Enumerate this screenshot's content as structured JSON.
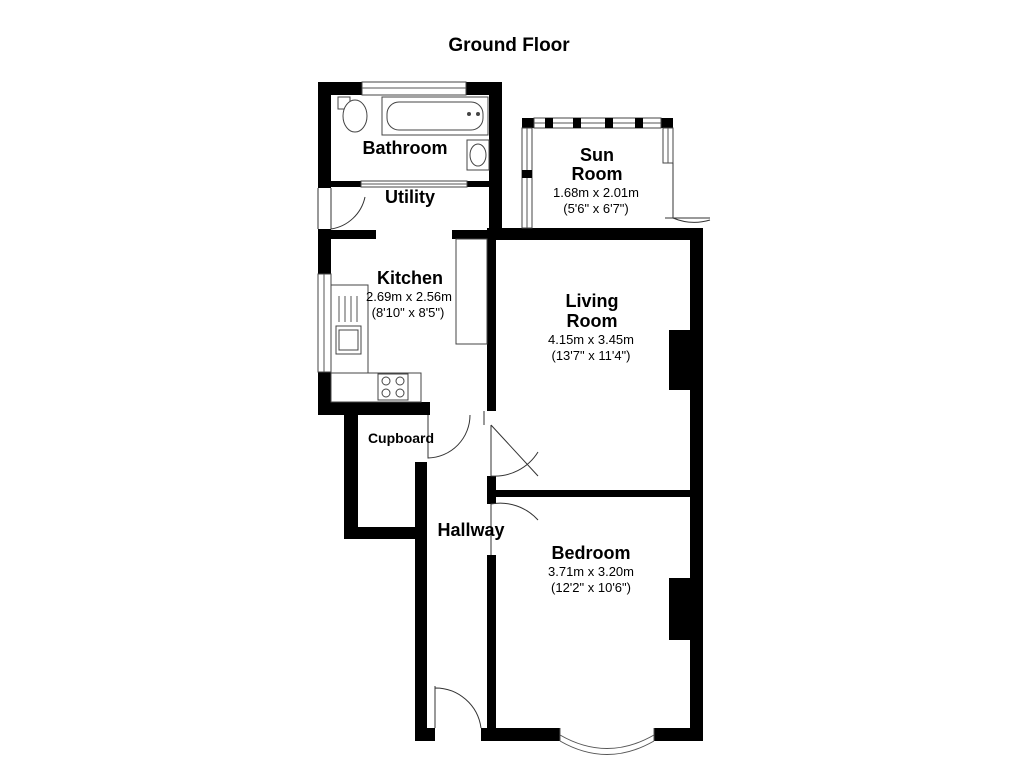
{
  "floor": {
    "title": "Ground Floor"
  },
  "rooms": {
    "bathroom": {
      "name": "Bathroom"
    },
    "utility": {
      "name": "Utility"
    },
    "sun_room": {
      "name_line1": "Sun",
      "name_line2": "Room",
      "dim_metric": "1.68m x 2.01m",
      "dim_imperial": "(5'6\" x 6'7\")"
    },
    "kitchen": {
      "name": "Kitchen",
      "dim_metric": "2.69m x 2.56m",
      "dim_imperial": "(8'10\" x 8'5\")"
    },
    "living_room": {
      "name_line1": "Living",
      "name_line2": "Room",
      "dim_metric": "4.15m x 3.45m",
      "dim_imperial": "(13'7\" x 11'4\")"
    },
    "cupboard": {
      "name": "Cupboard"
    },
    "hallway": {
      "name": "Hallway"
    },
    "bedroom": {
      "name": "Bedroom",
      "dim_metric": "3.71m x 3.20m",
      "dim_imperial": "(12'2\" x 10'6\")"
    }
  }
}
